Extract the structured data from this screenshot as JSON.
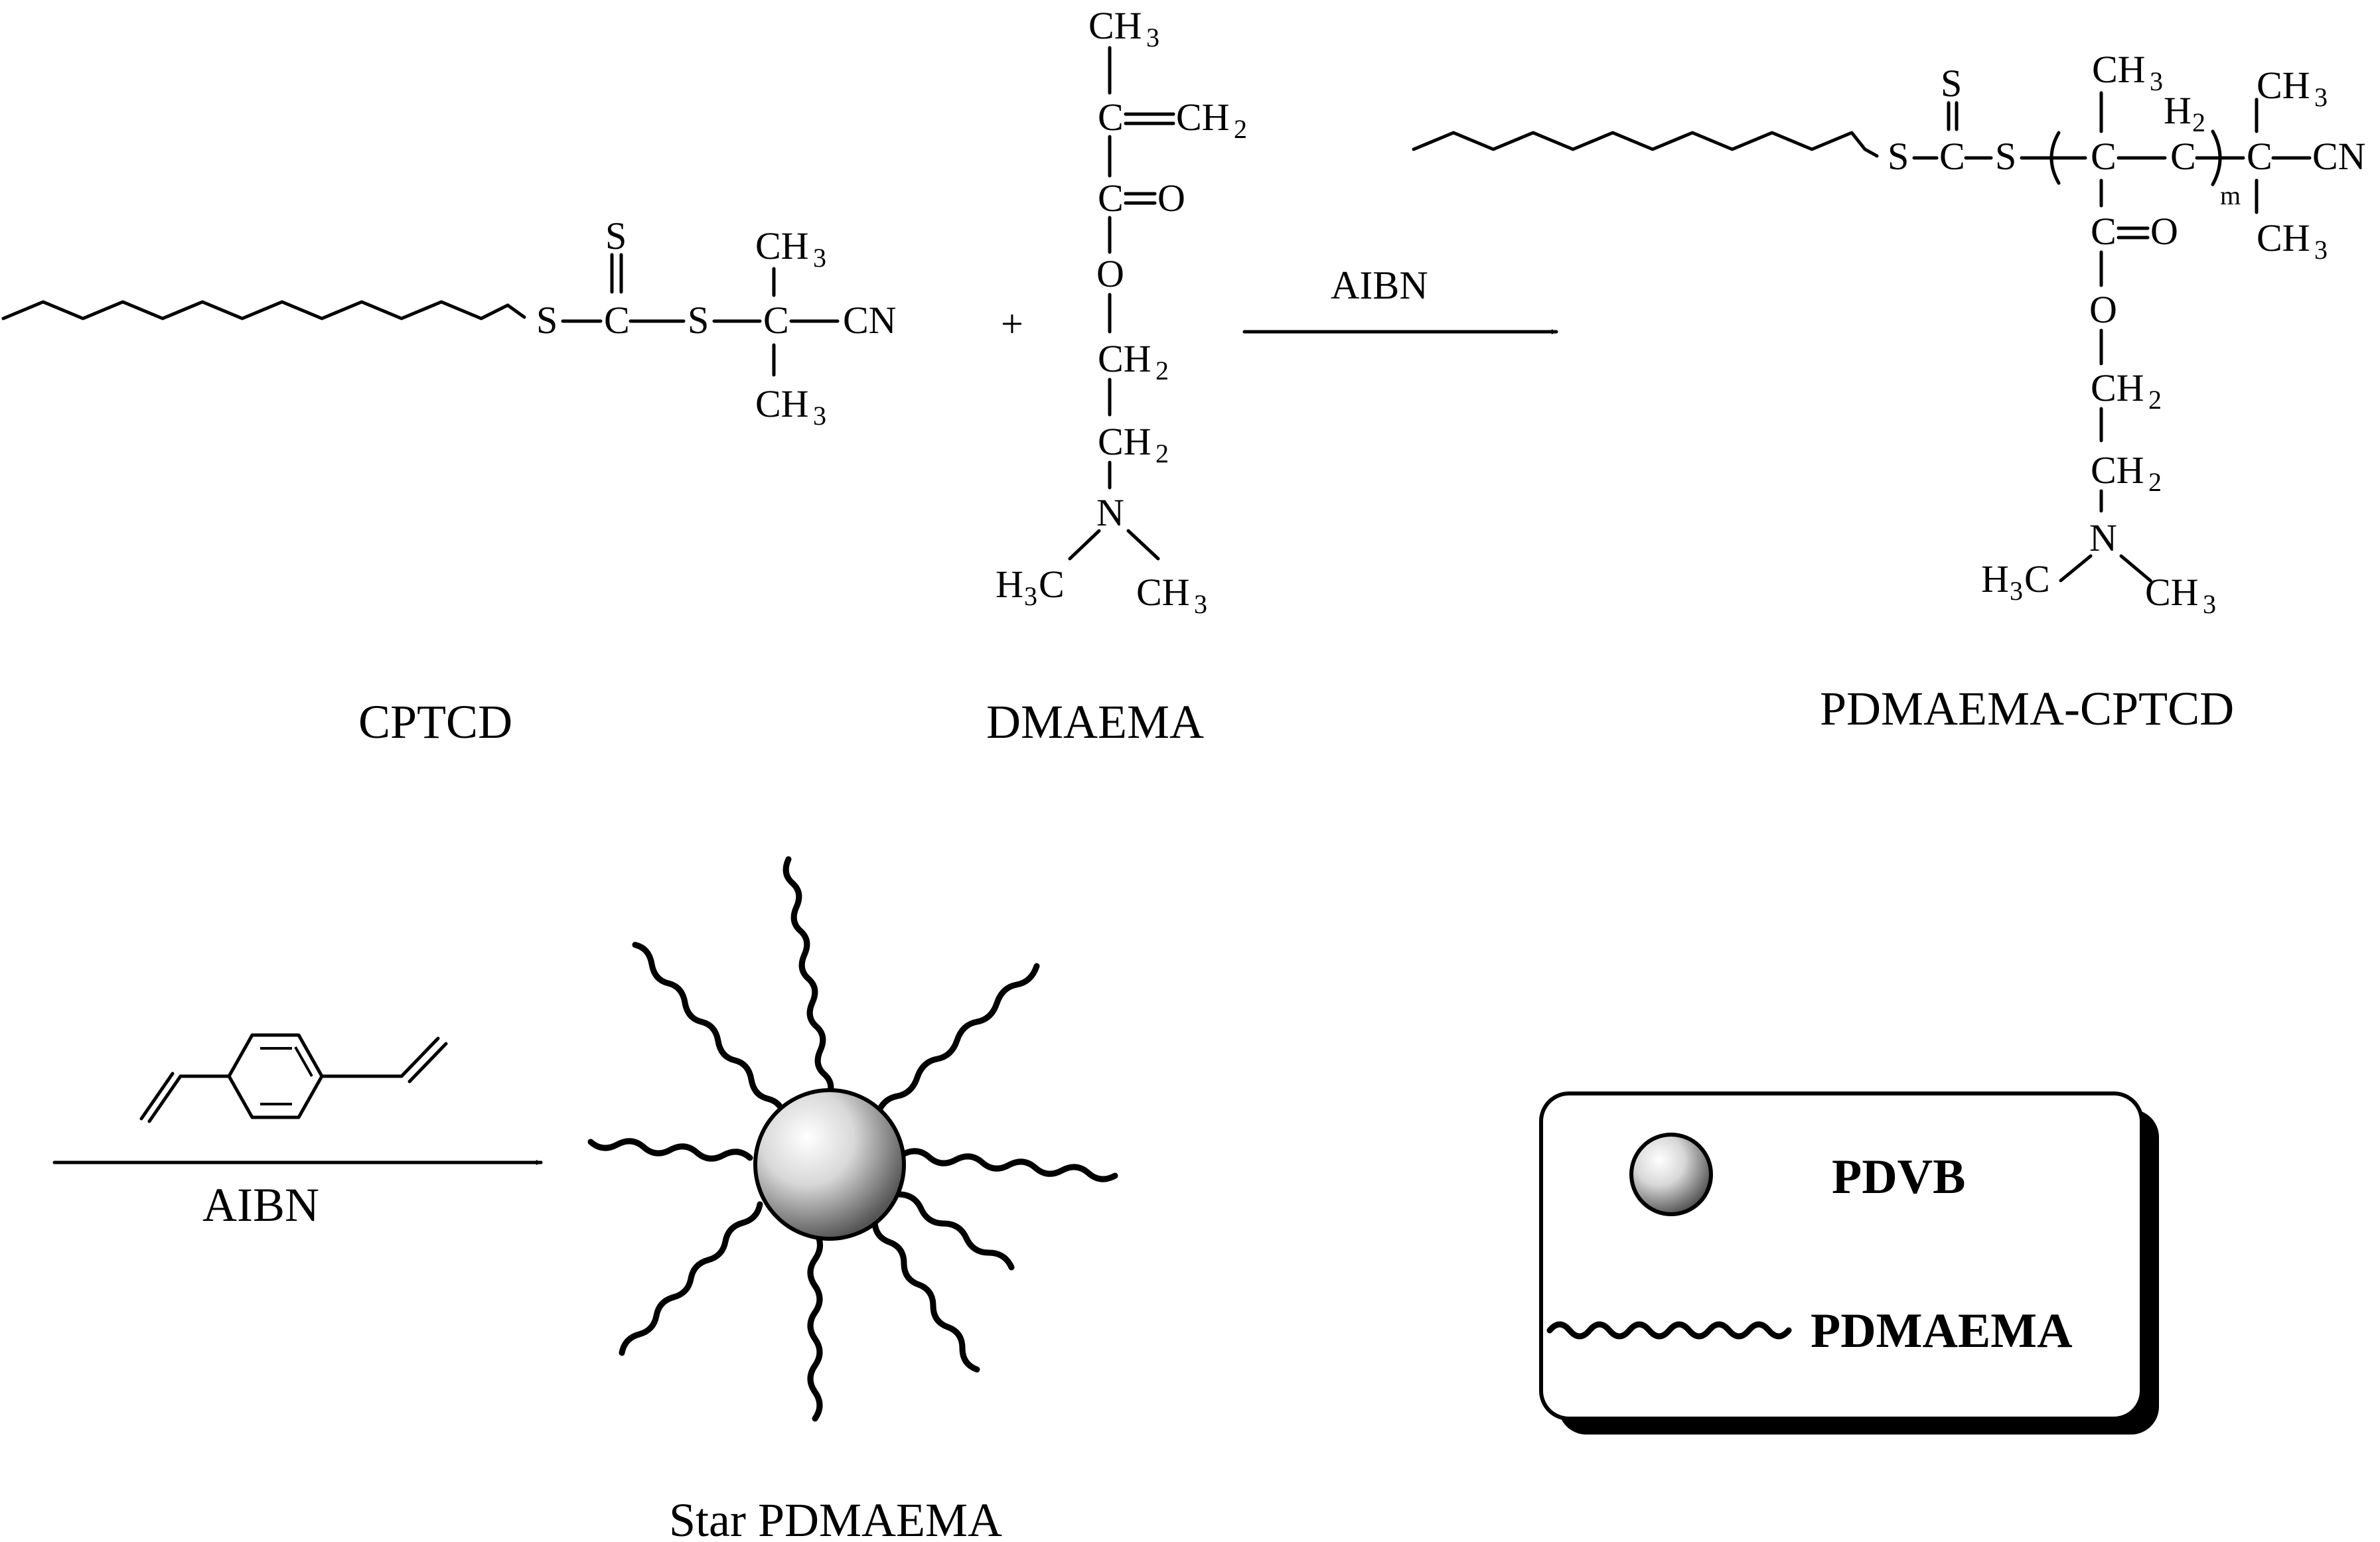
{
  "reaction1": {
    "reactant1_name": "CPTCD",
    "reactant2_name": "DMAEMA",
    "plus": "+",
    "reagent": "AIBN",
    "product_name": "PDMAEMA-CPTCD",
    "repeat_subscript": "m"
  },
  "reaction2": {
    "reagent": "AIBN",
    "product_name": "Star PDMAEMA"
  },
  "legend": {
    "core_label": "PDVB",
    "arm_label": "PDMAEMA"
  },
  "atoms": {
    "S": "S",
    "C": "C",
    "O": "O",
    "N": "N",
    "H": "H",
    "CN": "CN",
    "CH": "CH",
    "eq": "=",
    "three": "3",
    "two": "2"
  },
  "colors": {
    "ink": "#000000",
    "background": "#ffffff",
    "sphere_highlight": "#ffffff",
    "sphere_shadow": "#555555"
  }
}
